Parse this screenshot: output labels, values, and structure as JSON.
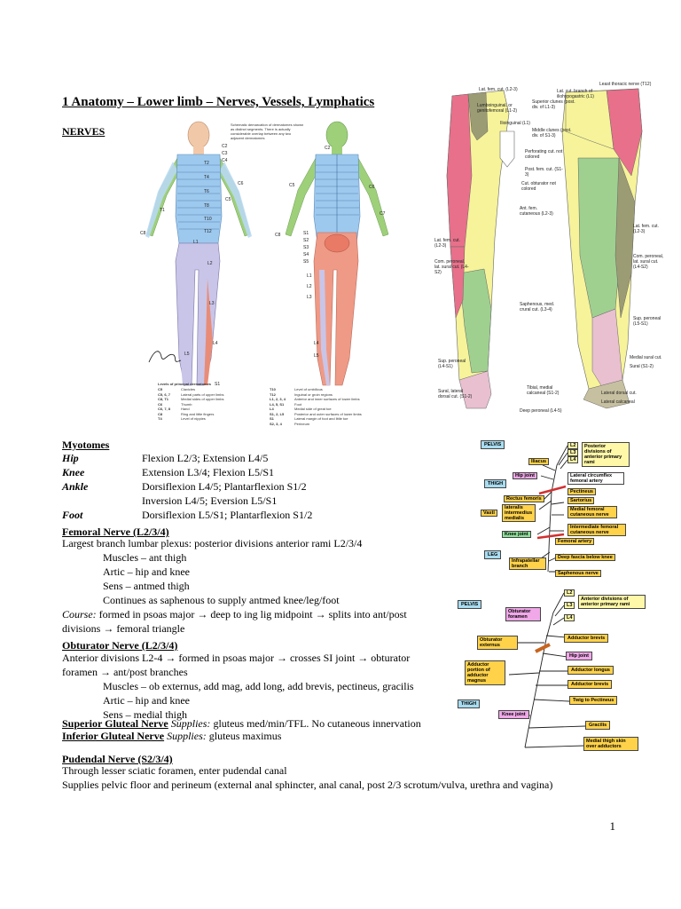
{
  "title": "1 Anatomy – Lower limb – Nerves, Vessels, Lymphatics",
  "nerves_heading": "NERVES",
  "dermatome_figure": {
    "caption": "Schematic demarcation of dermatomes shown as distinct segments. There is actually considerable overlap between any two adjacent dermatomes",
    "front_labels": [
      "C2",
      "C3",
      "C4",
      "C5",
      "C6",
      "C8",
      "T1",
      "T2",
      "T4",
      "T6",
      "T8",
      "T10",
      "T12",
      "L1",
      "L2",
      "L3",
      "L4",
      "L5",
      "S1"
    ],
    "back_labels": [
      "C2",
      "C5",
      "C6",
      "C7",
      "C8",
      "S1",
      "S2",
      "S3",
      "S4",
      "S5",
      "L1",
      "L2",
      "L3",
      "L4",
      "L5"
    ],
    "legend_title": "Levels of principal dermatomes",
    "legend_left": [
      [
        "C5",
        "Clavicles"
      ],
      [
        "C5, 6, 7",
        "Lateral parts of upper limbs"
      ],
      [
        "C8, T1",
        "Medial sides of upper limbs"
      ],
      [
        "C6",
        "Thumb"
      ],
      [
        "C6, 7, 8",
        "Hand"
      ],
      [
        "C8",
        "Ring and little fingers"
      ],
      [
        "T4",
        "Level of nipples"
      ]
    ],
    "legend_right": [
      [
        "T10",
        "Level of umbilicus"
      ],
      [
        "T12",
        "Inguinal or groin regions"
      ],
      [
        "L1, 2, 3, 4",
        "Anterior and inner surfaces of lower limbs"
      ],
      [
        "L4, 5, S1",
        "Foot"
      ],
      [
        "L4",
        "Medial side of great toe"
      ],
      [
        "S1, 2, L5",
        "Posterior and outer surfaces of lower limbs"
      ],
      [
        "S1",
        "Lateral margin of foot and little toe"
      ],
      [
        "S2, 3, 4",
        "Perineum"
      ]
    ]
  },
  "cutaneous_figure": {
    "labels": [
      "Lat. fem. cut. (L2-3)",
      "Lumboinguinal, or genitofemoral (L1-2)",
      "Ilioinguinal (L1)",
      "Least thoracic nerve (T12)",
      "Lat. cut. branch of iliohypogastric (L1)",
      "Superior clunes (post. div. of L1-3)",
      "Middle clunes (post. div. of S1-3)",
      "Perforating cut. not colored",
      "Post. fem. cut. (S1-3)",
      "Cut. obturator not colored",
      "Ant. fem. cutaneous (L2-3)",
      "Lat. fem. cut. (L2-3)",
      "Lat. fem. cut. (L2-3)",
      "Com. peroneal, lat. sural cut. (L4-S2)",
      "Com. peroneal, lat. sural cut. (L4-S2)",
      "Saphenous, med. crural cut. (L3-4)",
      "Sup. peroneal (L5-S1)",
      "Sup. peroneal (L4-S1)",
      "Medial sural cut.",
      "Sural (S1-2)",
      "Sural, lateral dorsal cut. (S1-2)",
      "Tibial, medial calcaneal (S1-2)",
      "Lateral dorsal cut.",
      "Lateral calcaneal",
      "Deep peroneal (L4-5)"
    ]
  },
  "myotomes": {
    "heading": "Myotomes",
    "rows": [
      {
        "key": "Hip",
        "value": "Flexion L2/3; Extension L4/5"
      },
      {
        "key": "Knee",
        "value": "Extension L3/4; Flexion L5/S1"
      },
      {
        "key": "Ankle",
        "value": "Dorsiflexion L4/5; Plantarflexion S1/2"
      },
      {
        "key": "",
        "value": "Inversion L4/5; Eversion L5/S1"
      },
      {
        "key": "Foot",
        "value": "Dorsiflexion L5/S1; Plantarflexion S1/2"
      }
    ]
  },
  "femoral": {
    "heading": "Femoral Nerve (L2/3/4)",
    "lines": [
      "Largest branch lumbar plexus: posterior divisions anterior rami L2/3/4",
      "Muscles – ant thigh",
      "Artic – hip and knee",
      "Sens – antmed thigh",
      "Continues as saphenous to supply antmed knee/leg/foot"
    ],
    "course_label": "Course:",
    "course_text": " formed in psoas major → deep to ing lig midpoint → splits into ant/post",
    "course_text2": "divisions → femoral triangle"
  },
  "obturator": {
    "heading": "Obturator Nerve (L2/3/4)",
    "lines": [
      "Anterior divisions L2-4 → formed in psoas major → crosses SI joint → obturator",
      "foramen → ant/post branches",
      "Muscles – ob externus, add mag, add long, add brevis, pectineus, gracilis",
      "Artic – hip and knee",
      "Sens – medial thigh"
    ]
  },
  "gluteal": {
    "superior_heading": "Superior Gluteal Nerve",
    "superior_label": "Supplies:",
    "superior_text": " gluteus med/min/TFL. No cutaneous innervation",
    "inferior_heading": "Inferior Gluteal Nerve",
    "inferior_label": "Supplies:",
    "inferior_text": " gluteus maximus"
  },
  "pudendal": {
    "heading": "Pudendal Nerve (S2/3/4)",
    "lines": [
      "Through lesser sciatic foramen, enter pudendal canal",
      "Supplies pelvic floor and perineum (external anal sphincter, anal canal, post 2/3 scrotum/vulva, urethra and vagina)"
    ]
  },
  "femoral_diagram": {
    "pelvis": "PELVIS",
    "thigh": "THIGH",
    "leg": "LEG",
    "roots": [
      "L2",
      "L3",
      "L4"
    ],
    "posterior": "Posterior divisions of anterior primary rami",
    "iliacus": "Iliacus",
    "hip_joint": "Hip joint",
    "lateral_circumflex": "Lateral circumflex femoral artery",
    "pectineus": "Pectineus",
    "rectus_femoris": "Rectus femoris",
    "sartorius": "Sartorius",
    "vasti": "Vasti",
    "vasti_parts": "lateralis intermedius medialis",
    "medial_femoral": "Medial femoral cutaneous nerve",
    "intermediate_femoral": "Intermediate femoral cutaneous nerve",
    "knee_joint": "Knee joint",
    "femoral_artery": "Femoral artery",
    "infrapatellar": "Infrapatellar branch",
    "deep_fascia": "Deep fascia below knee",
    "saphenous": "Saphenous nerve"
  },
  "obturator_diagram": {
    "pelvis": "PELVIS",
    "thigh": "THIGH",
    "roots": [
      "L2",
      "L3",
      "L4"
    ],
    "anterior": "Anterior divisions of anterior primary rami",
    "obturator_foramen": "Obturator foramen",
    "obturator_externus": "Obturator externus",
    "adductor_brevis_top": "Adductor brevis",
    "hip_joint": "Hip joint",
    "adductor_portion": "Adductor portion of adductor magnus",
    "adductor_longus": "Adductor longus",
    "adductor_brevis": "Adductor brevis",
    "twig": "Twig to Pectineus",
    "knee_joint": "Knee joint",
    "gracilis": "Gracilis",
    "medial_skin": "Medial thigh skin over adductors"
  },
  "page_number": "1"
}
